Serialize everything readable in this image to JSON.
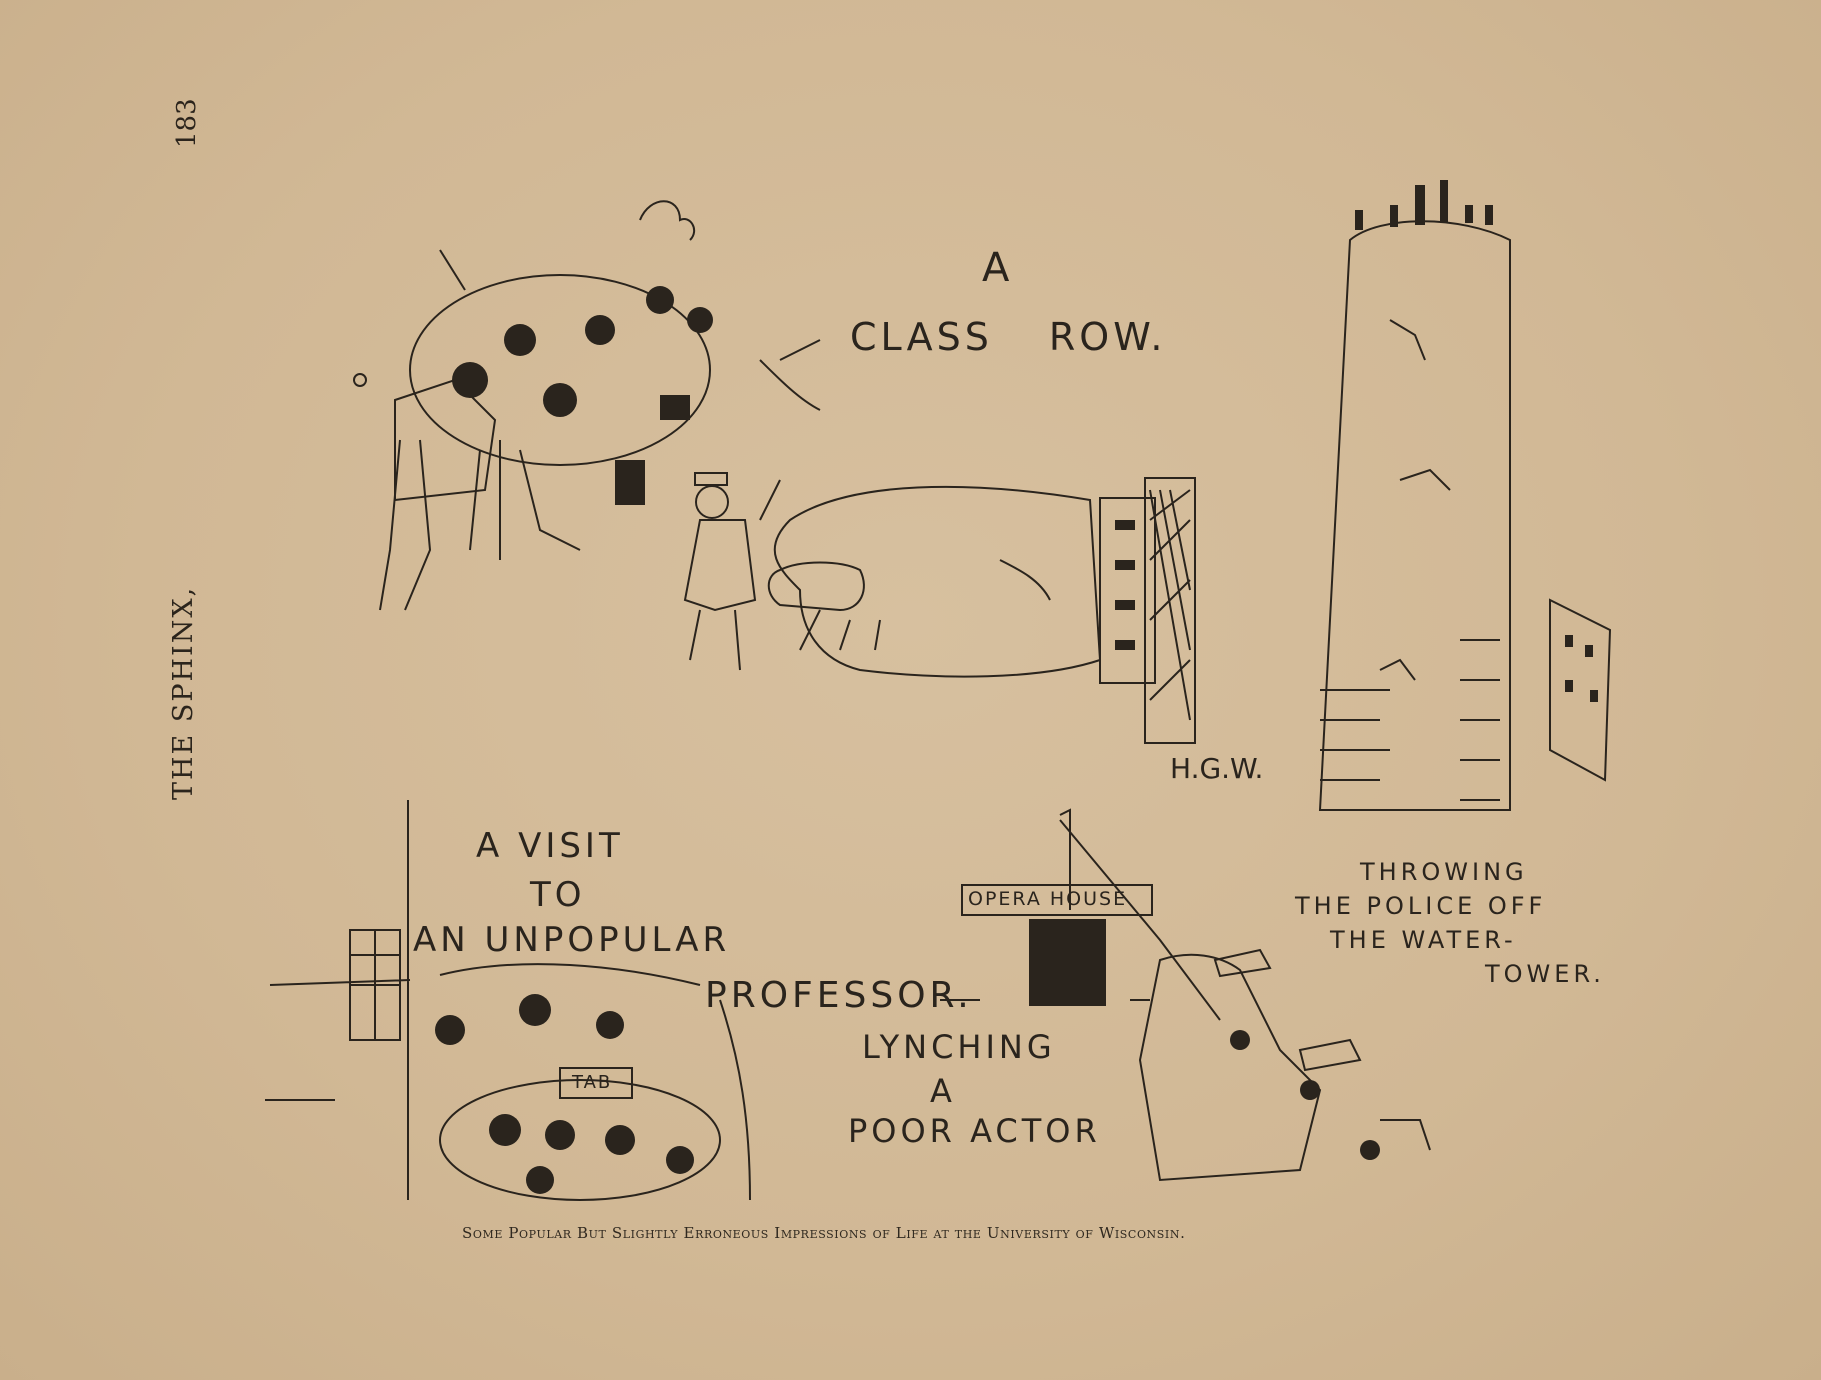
{
  "page": {
    "page_number": "183",
    "running_head": "THE SPHINX,",
    "caption": "Some Popular But Slightly Erroneous Impressions of Life at the University of Wisconsin."
  },
  "panels": {
    "class_row": {
      "line1": "A",
      "line2": "CLASS ROW."
    },
    "signature": "H.G.W.",
    "water_tower": {
      "line1": "THROWING",
      "line2": "THE POLICE OFF",
      "line3": "THE WATER-",
      "line4": "TOWER."
    },
    "professor": {
      "line1": "A VISIT",
      "line2": "TO",
      "line3": "AN UNPOPULAR",
      "line4": "PROFESSOR.",
      "sign": "TAB"
    },
    "actor": {
      "line1": "LYNCHING",
      "line2": "A",
      "line3": "POOR ACTOR",
      "sign": "OPERA HOUSE"
    }
  },
  "colors": {
    "paper": "#d3bb99",
    "ink": "#2a241d"
  }
}
